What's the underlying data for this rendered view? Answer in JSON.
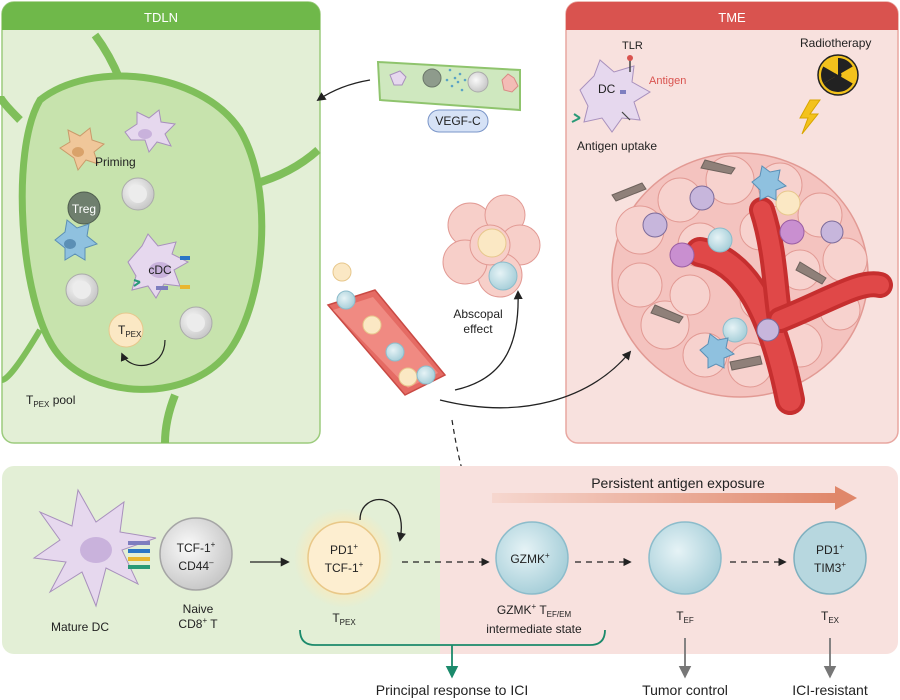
{
  "panels": {
    "tdln": {
      "title": "TDLN",
      "header_color": "#6fb84a",
      "bg_color": "#e3efd6"
    },
    "tme": {
      "title": "TME",
      "header_color": "#d9534f",
      "bg_color": "#f8e1de"
    }
  },
  "tdln": {
    "priming": "Priming",
    "treg": "Treg",
    "cdc": "cDC",
    "tpex_main": "T",
    "tpex_sub": "PEX",
    "pool_main": "T",
    "pool_sub": "PEX",
    "pool_suffix": " pool"
  },
  "vessel": {
    "vegf_label": "VEGF-C"
  },
  "tme": {
    "tlr": "TLR",
    "dc": "DC",
    "antigen": "Antigen",
    "antigen_uptake": "Antigen uptake",
    "radiotherapy": "Radiotherapy"
  },
  "abscopal": {
    "line1": "Abscopal",
    "line2": "effect"
  },
  "bottom": {
    "persistent": "Persistent antigen exposure",
    "mature_dc": "Mature DC",
    "naive_l1": "TCF-1",
    "naive_l1_sup": "+",
    "naive_l2": "CD44",
    "naive_l2_sup": "–",
    "naive_caption_1": "Naive",
    "naive_caption_2": "CD8",
    "naive_caption_2_sup": "+",
    "naive_caption_2_suffix": " T",
    "tpex_l1": "PD1",
    "tpex_l1_sup": "+",
    "tpex_l2": "TCF-1",
    "tpex_l2_sup": "+",
    "tpex_cap_main": "T",
    "tpex_cap_sub": "PEX",
    "gzmk_label": "GZMK",
    "gzmk_sup": "+",
    "gzmk_cap_1_main": "GZMK",
    "gzmk_cap_1_sup": "+",
    "gzmk_cap_1_t": " T",
    "gzmk_cap_1_sub": "EF/EM",
    "gzmk_cap_2": "intermediate state",
    "tef_main": "T",
    "tef_sub": "EF",
    "tex_l1": "PD1",
    "tex_l1_sup": "+",
    "tex_l2": "TIM3",
    "tex_l2_sup": "+",
    "tex_main": "T",
    "tex_sub": "EX",
    "principal": "Principal response to ICI",
    "tumor_control": "Tumor control",
    "ici_resistant": "ICI-resistant"
  },
  "colors": {
    "green_arrow": "#1b8a6b",
    "tumor_red": "#e04848",
    "cell_gray": "#d9d9d9",
    "naive_gray": "#cfcfcf",
    "tpex_yellow": "#fde9b8",
    "teff_blue": "#cfe7ec"
  }
}
